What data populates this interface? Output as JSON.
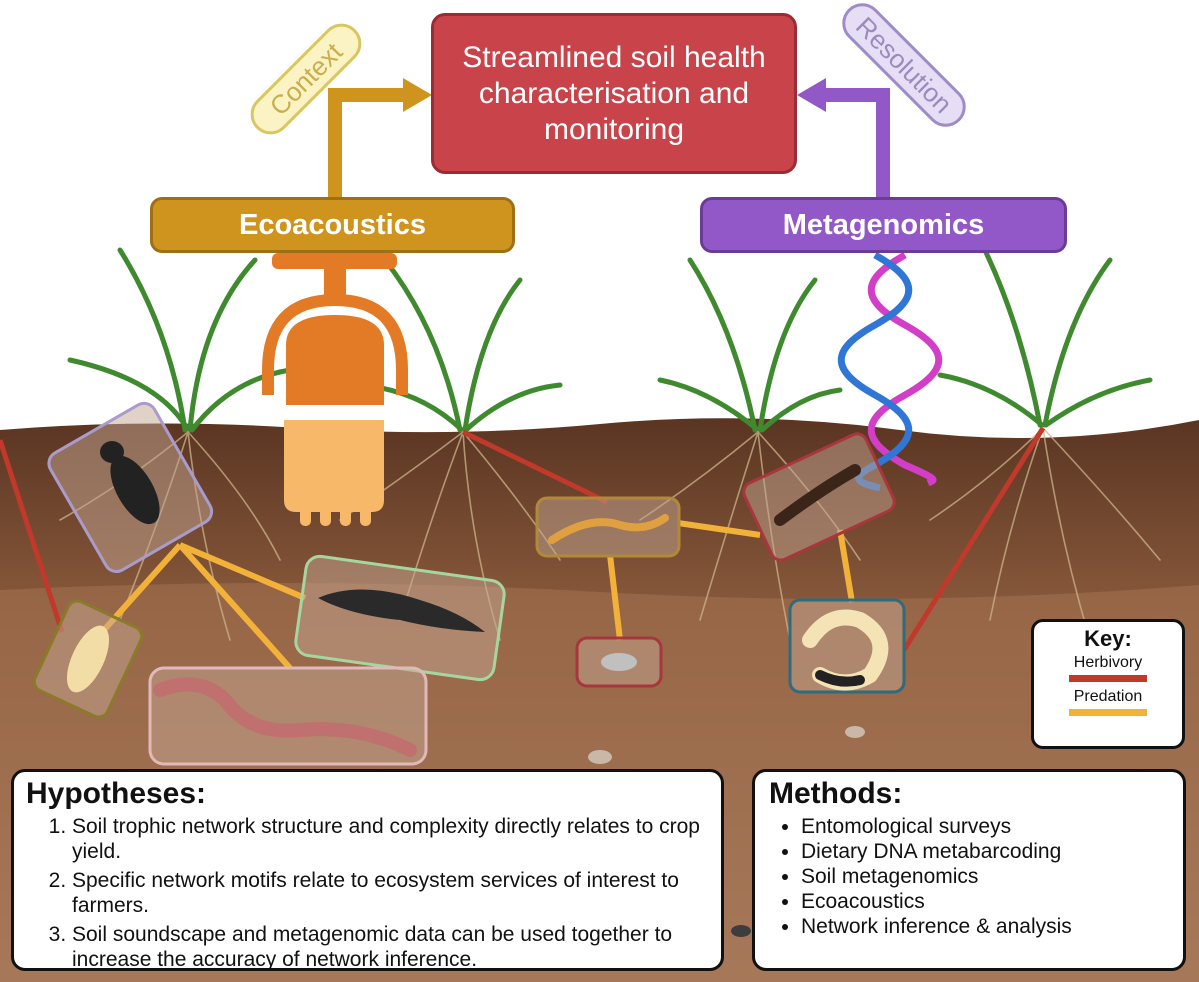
{
  "title": "Streamlined soil health characterisation and monitoring",
  "ecoacoustics_label": "Ecoacoustics",
  "metagenomics_label": "Metagenomics",
  "context_tag": "Context",
  "resolution_tag": "Resolution",
  "hypotheses": {
    "heading": "Hypotheses:",
    "items": [
      "Soil trophic network structure and complexity directly relates to crop yield.",
      "Specific network motifs relate to ecosystem services of interest to farmers.",
      "Soil soundscape and metagenomic data can be used together to increase the accuracy of network inference."
    ]
  },
  "methods": {
    "heading": "Methods:",
    "items": [
      "Entomological surveys",
      "Dietary DNA metabarcoding",
      "Soil metagenomics",
      "Ecoacoustics",
      "Network inference & analysis"
    ]
  },
  "key": {
    "title": "Key:",
    "herbivory_label": "Herbivory",
    "predation_label": "Predation",
    "herbivory_color": "#c0392b",
    "predation_color": "#f2b23a"
  },
  "colors": {
    "ecoacoustics": "#cf941e",
    "metagenomics": "#9258c8",
    "title_box": "#c9444a",
    "soil_top": "#6a4028",
    "soil_bottom": "#a37252"
  }
}
